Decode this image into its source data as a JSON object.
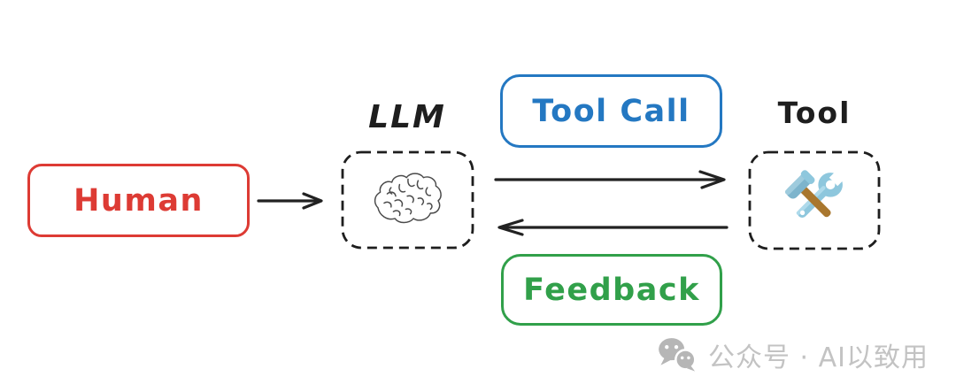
{
  "diagram": {
    "type": "flow",
    "background": "#ffffff",
    "colors": {
      "stroke": "#1e1e1e",
      "human_red": "#dd3b34",
      "tool_call_blue": "#2478c2",
      "feedback_green": "#31a04a",
      "watermark_gray": "#c3c3c3"
    },
    "nodes": {
      "human": {
        "label": "Human",
        "shape": "rounded-rect",
        "color": "#dd3b34"
      },
      "llm": {
        "label": "LLM",
        "shape": "dashed-rounded-rect",
        "icon": "brain-icon"
      },
      "tool": {
        "label": "Tool",
        "shape": "dashed-rounded-rect",
        "icon": "hammer-wrench-icon"
      }
    },
    "edges": {
      "human_to_llm": {
        "from": "human",
        "to": "llm",
        "style": "arrow-right"
      },
      "llm_to_tool": {
        "from": "llm",
        "to": "tool",
        "style": "arrow-right",
        "label": "Tool Call",
        "label_color": "#2478c2"
      },
      "tool_to_llm": {
        "from": "tool",
        "to": "llm",
        "style": "arrow-left",
        "label": "Feedback",
        "label_color": "#31a04a"
      }
    },
    "badges": {
      "tool_call": {
        "label": "Tool Call"
      },
      "feedback": {
        "label": "Feedback"
      }
    }
  },
  "watermark": {
    "icon": "wechat-icon",
    "text": "公众号 · AI以致用"
  }
}
